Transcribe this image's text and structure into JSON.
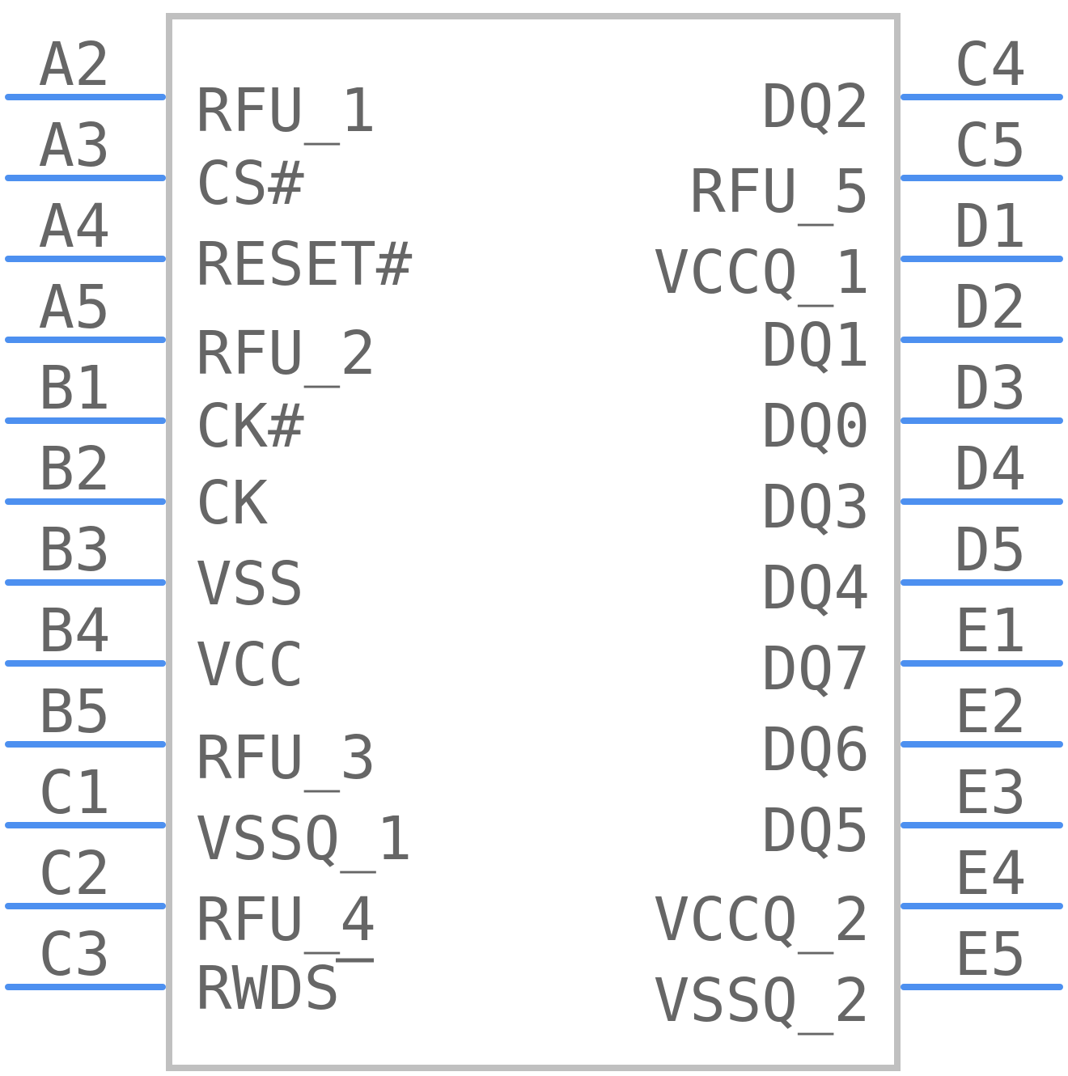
{
  "colors": {
    "pin": "#4d90f0",
    "body_outline": "#c0c0c0",
    "text": "#666666"
  },
  "left_pins": [
    {
      "number": "A2",
      "name": "RFU_1"
    },
    {
      "number": "A3",
      "name": "CS#"
    },
    {
      "number": "A4",
      "name": "RESET#"
    },
    {
      "number": "A5",
      "name": "RFU_2"
    },
    {
      "number": "B1",
      "name": "CK#"
    },
    {
      "number": "B2",
      "name": "CK"
    },
    {
      "number": "B3",
      "name": "VSS"
    },
    {
      "number": "B4",
      "name": "VCC"
    },
    {
      "number": "B5",
      "name": "RFU_3"
    },
    {
      "number": "C1",
      "name": "VSSQ_1"
    },
    {
      "number": "C2",
      "name": "RFU_4"
    },
    {
      "number": "C3",
      "name": "RWDS"
    }
  ],
  "right_pins": [
    {
      "number": "C4",
      "name": "DQ2"
    },
    {
      "number": "C5",
      "name": "RFU_5"
    },
    {
      "number": "D1",
      "name": "VCCQ_1"
    },
    {
      "number": "D2",
      "name": "DQ1"
    },
    {
      "number": "D3",
      "name": "DQ0"
    },
    {
      "number": "D4",
      "name": "DQ3"
    },
    {
      "number": "D5",
      "name": "DQ4"
    },
    {
      "number": "E1",
      "name": "DQ7"
    },
    {
      "number": "E2",
      "name": "DQ6"
    },
    {
      "number": "E3",
      "name": "DQ5"
    },
    {
      "number": "E4",
      "name": "VCCQ_2"
    },
    {
      "number": "E5",
      "name": "VSSQ_2"
    }
  ]
}
